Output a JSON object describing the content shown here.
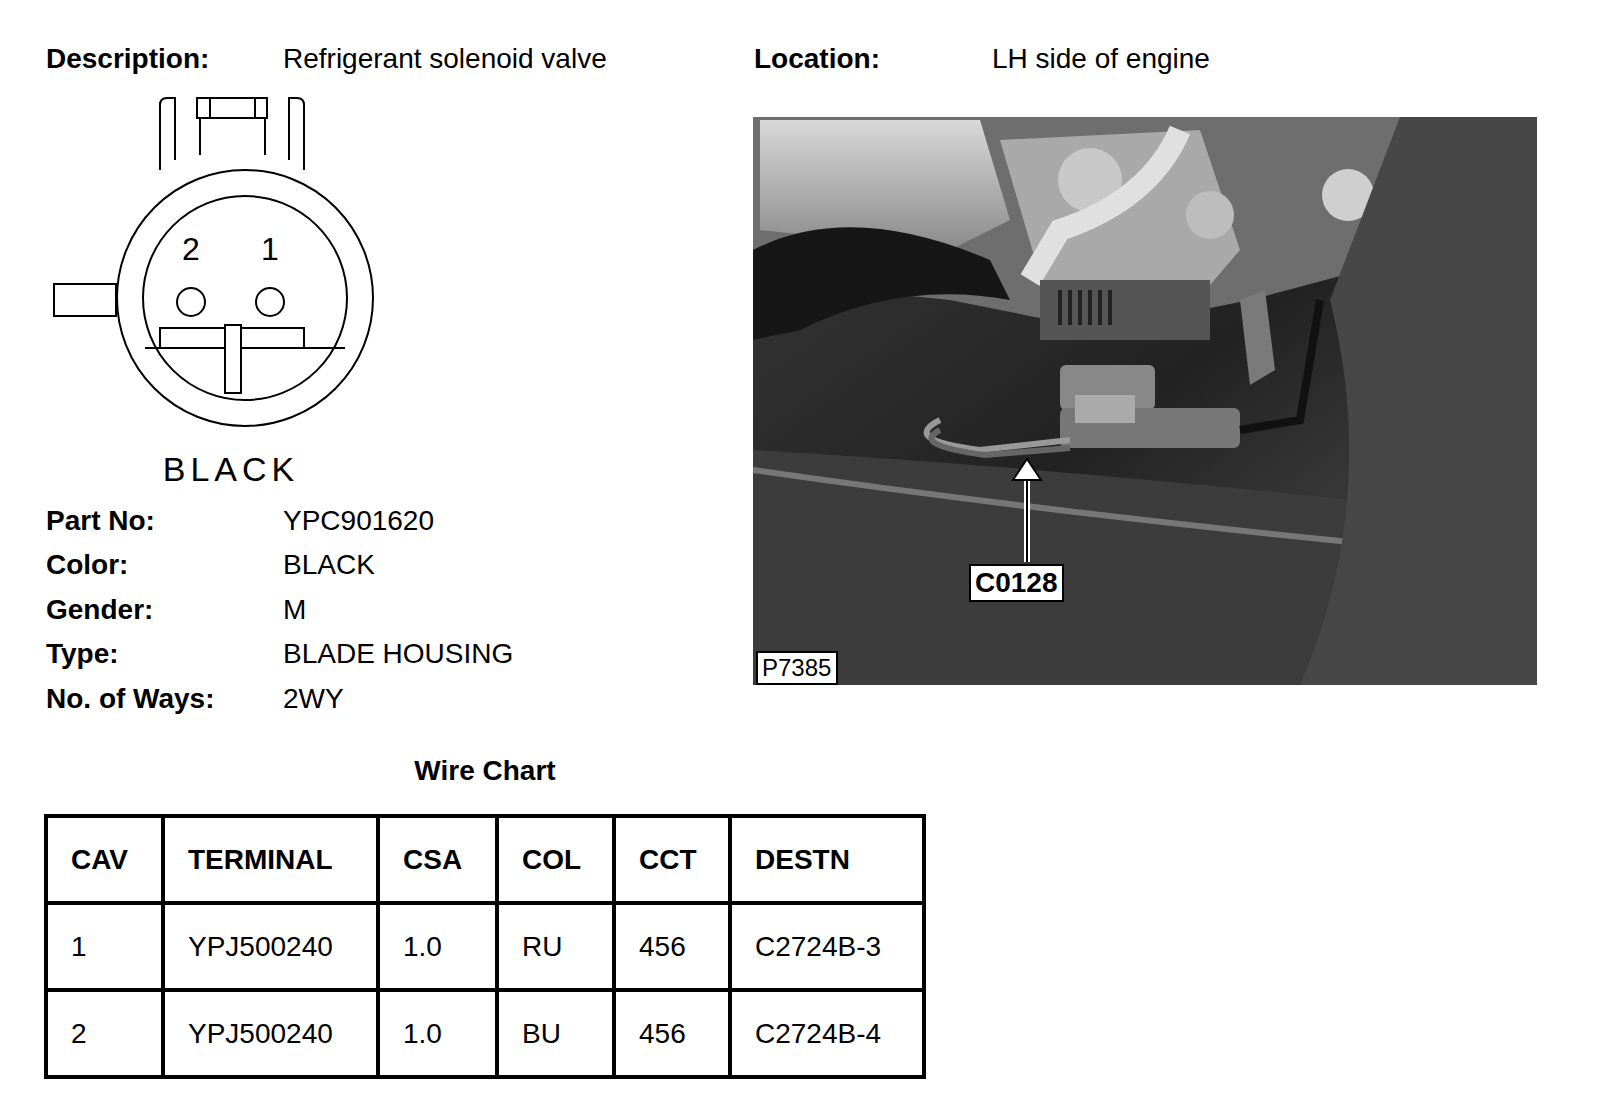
{
  "diagram": {
    "nodes": [
      {
        "text": [
          "C0128"
        ]
      },
      {
        "text": [
          "P7385"
        ]
      }
    ],
    "labels": [
      "Description:",
      "Refrigerant solenoid valve",
      "Location:",
      "LH side of engine",
      "2",
      "1",
      "BLACK",
      "Part No:",
      "YPC901620",
      "Color:",
      "BLACK",
      "Gender:",
      "M",
      "Type:",
      "BLADE HOUSING",
      "No. of Ways:",
      "2WY",
      "Wire Chart",
      "CAV",
      "TERMINAL",
      "CSA",
      "COL",
      "CCT",
      "DESTN",
      "1",
      "YPJ500240",
      "1.0",
      "RU",
      "456",
      "C2724B-3",
      "2",
      "YPJ500240",
      "1.0",
      "BU",
      "456",
      "C2724B-4"
    ]
  }
}
